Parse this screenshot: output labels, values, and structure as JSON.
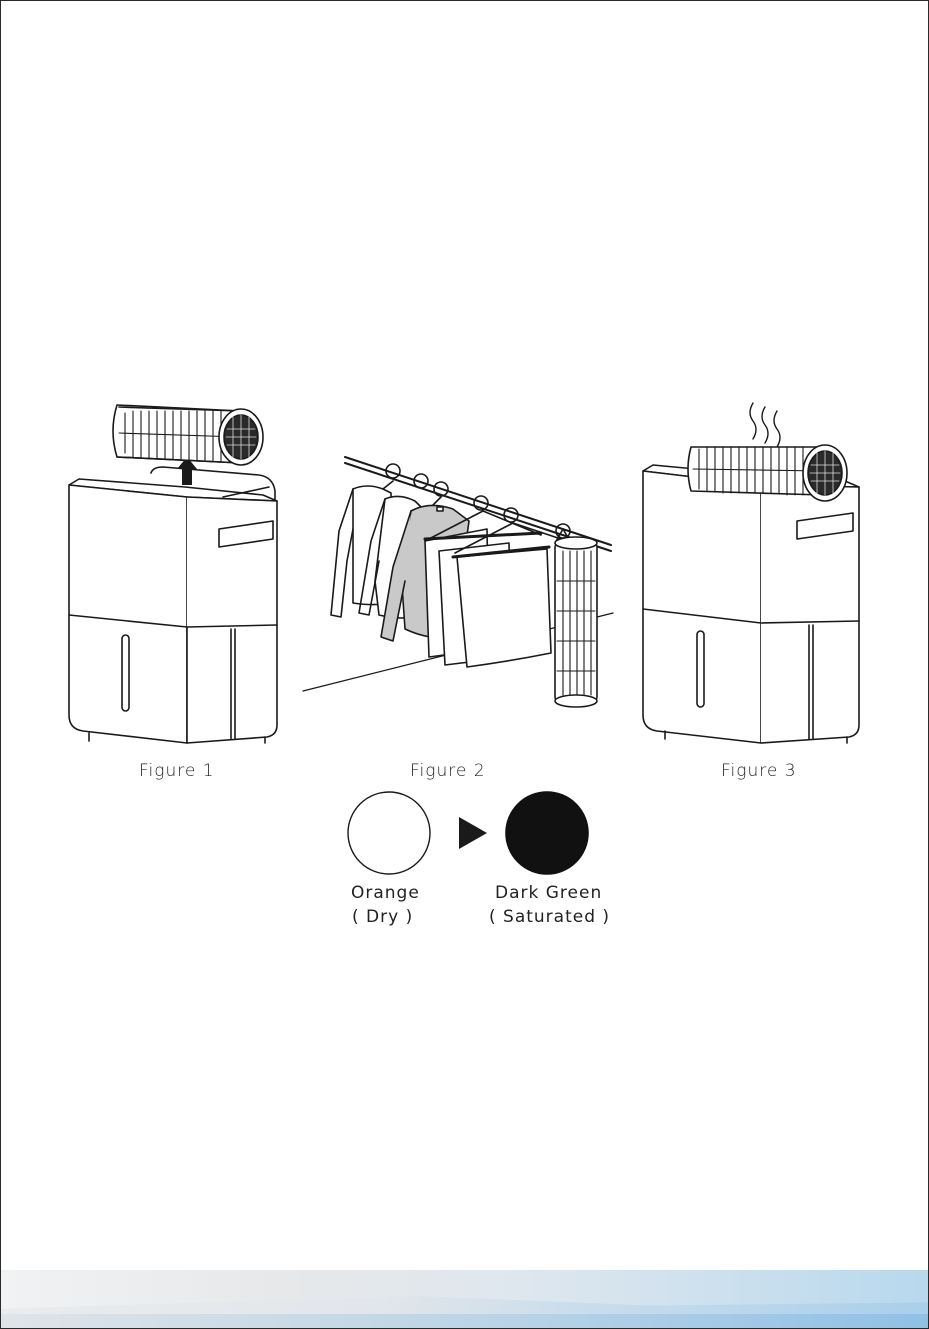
{
  "figures": {
    "figure1_caption": "Figure 1",
    "figure2_caption": "Figure 2",
    "figure3_caption": "Figure 3"
  },
  "indicator": {
    "dry_color_name": "Orange",
    "dry_state": "( Dry )",
    "saturated_color_name": "Dark Green",
    "saturated_state": "( Saturated )"
  }
}
